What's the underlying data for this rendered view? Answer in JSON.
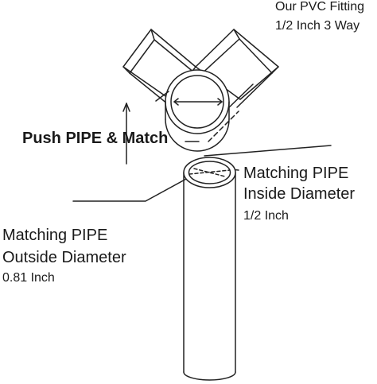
{
  "fitting": {
    "title": "Our PVC Fitting",
    "spec": "1/2 Inch 3 Way"
  },
  "instruction": "Push PIPE & Match",
  "inside": {
    "line1": "Matching PIPE",
    "line2": "Inside Diameter",
    "value": "1/2 Inch"
  },
  "outside": {
    "line1": "Matching PIPE",
    "line2": "Outside Diameter",
    "value": "0.81 Inch"
  }
}
